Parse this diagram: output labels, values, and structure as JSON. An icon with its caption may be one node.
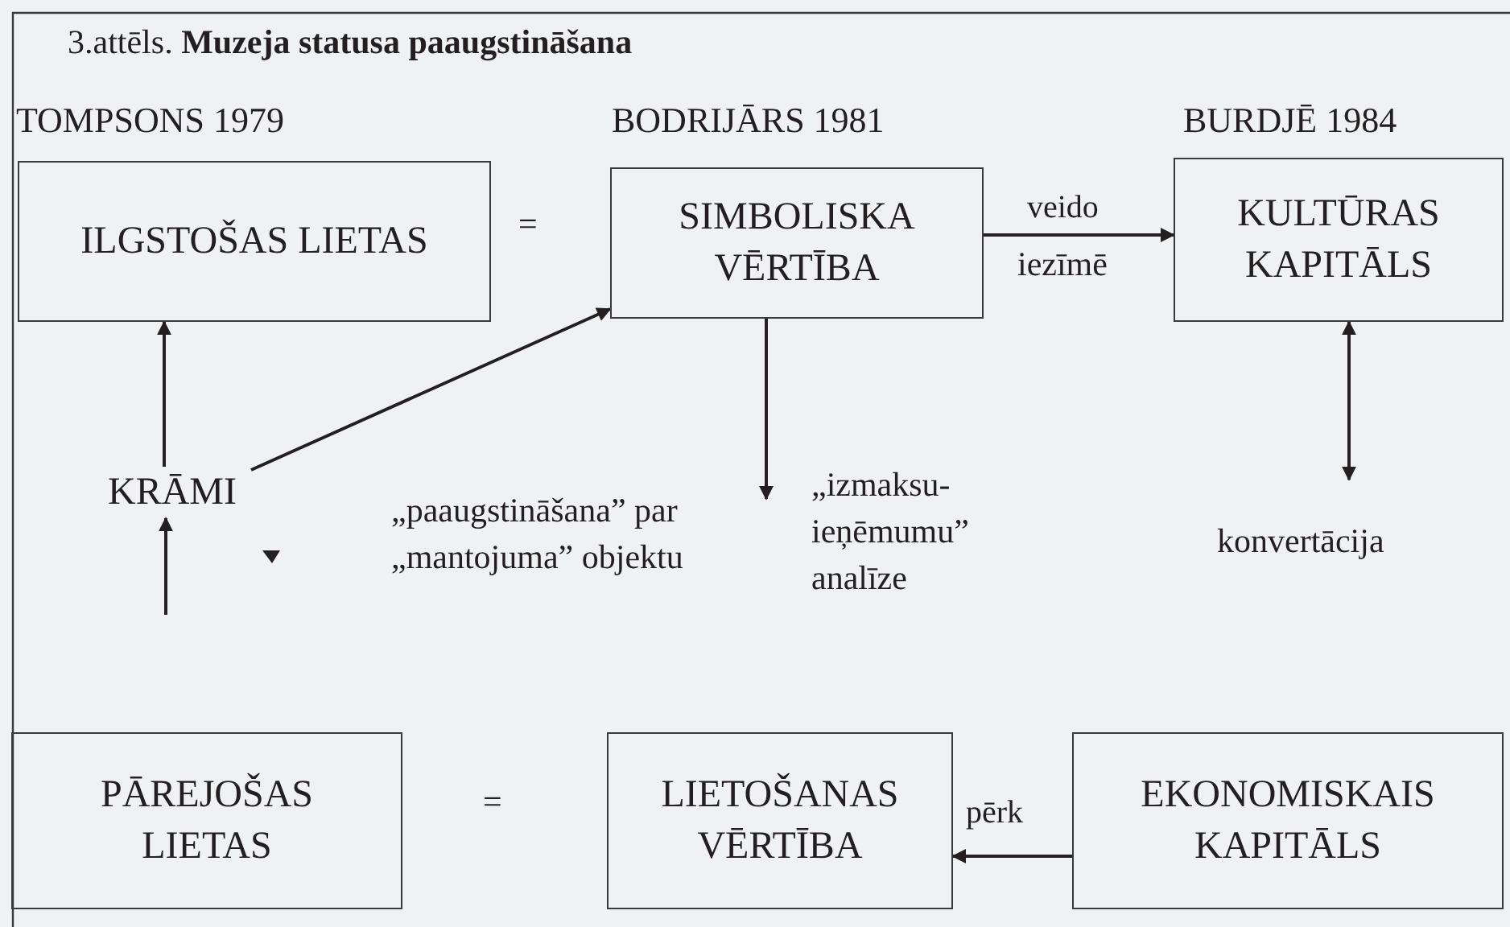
{
  "diagram": {
    "title": "3.attēls. **Muzeja statusa paaugstināšana**",
    "nodes": [
      {
        "text": [
          "ILGSTOŠAS LIETAS"
        ],
        "beside": [
          "TOMPSONS 1979"
        ]
      },
      {
        "text": [
          "SIMBOLISKA VĒRTĪBA"
        ],
        "beside": [
          "BODRIJĀRS 1981"
        ]
      },
      {
        "text": [
          "KULTŪRAS KAPITĀLS"
        ],
        "beside": [
          "BURDJĒ 1984"
        ]
      },
      {
        "text": [
          "KRĀMI"
        ]
      },
      {
        "text": [
          "PĀREJOŠAS LIETAS"
        ]
      },
      {
        "text": [
          "LIETOŠANAS VĒRTĪBA"
        ]
      },
      {
        "text": [
          "EKONOMISKAIS KAPITĀLS"
        ]
      }
    ],
    "edges": [
      {
        "from": 1,
        "to": 2,
        "arrow": "to",
        "label": "veido"
      },
      {
        "from": 3,
        "to": 0,
        "arrow": "to"
      },
      {
        "from": null,
        "to": 3,
        "arrow": "to"
      },
      {
        "from": 3,
        "to": 1,
        "arrow": "to"
      },
      {
        "from": 1,
        "to": null,
        "arrow": "to"
      },
      {
        "from": 2,
        "to": null,
        "arrow": "both"
      },
      {
        "from": 6,
        "to": 5,
        "arrow": "to",
        "label": "pērk"
      }
    ],
    "labels": [
      "=",
      "iezīmē",
      "„paaugstināšana” par „mantojuma” objektu",
      "„izmaksu- ieņēmumu” analīze",
      "konvertācija",
      "="
    ]
  }
}
